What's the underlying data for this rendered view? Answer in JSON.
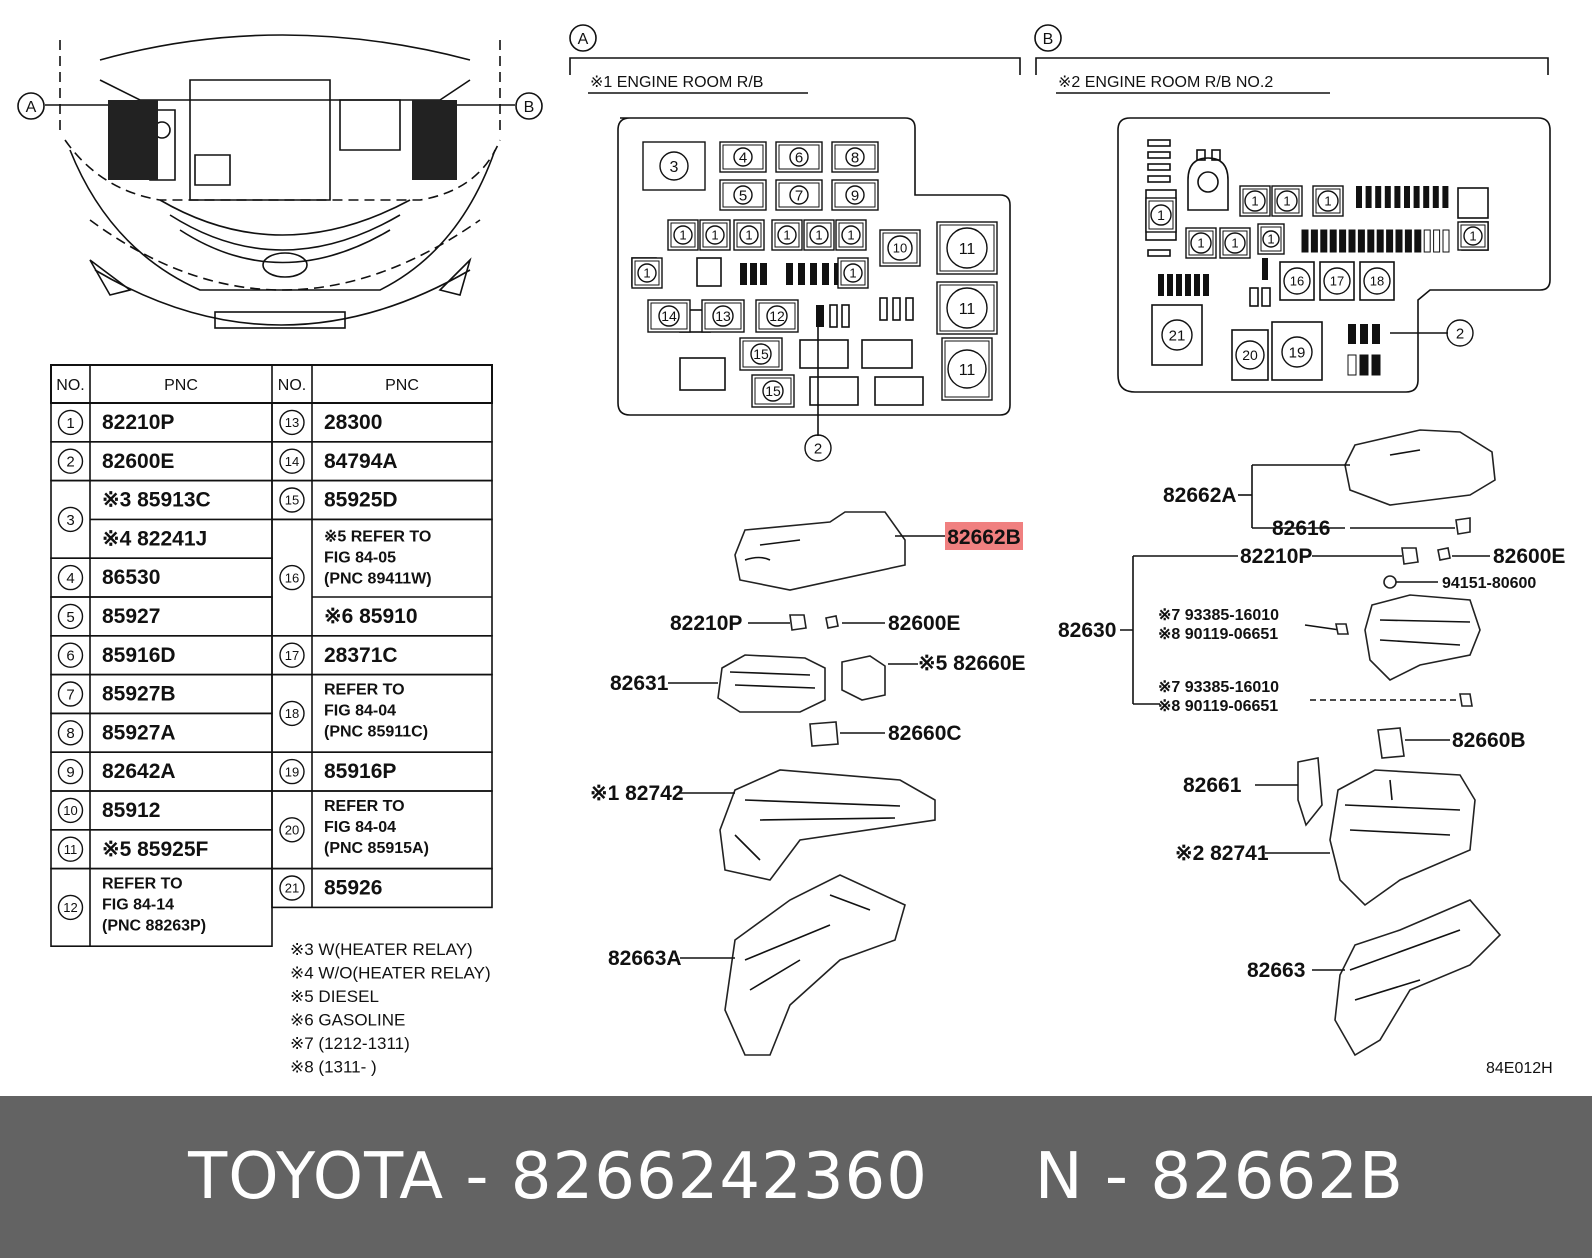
{
  "diagram_code": "84E012H",
  "sections": {
    "a": {
      "letter": "A",
      "title": "※1 ENGINE ROOM R/B"
    },
    "b": {
      "letter": "B",
      "title": "※2 ENGINE ROOM R/B NO.2"
    }
  },
  "locator": {
    "left_letter": "A",
    "right_letter": "B"
  },
  "table": {
    "header_no": "NO.",
    "header_pnc": "PNC",
    "left": [
      {
        "no": "1",
        "lines": [
          "82210P"
        ]
      },
      {
        "no": "2",
        "lines": [
          "82600E"
        ]
      },
      {
        "no": "3",
        "lines": [
          "※3 85913C",
          "※4 82241J"
        ]
      },
      {
        "no": "4",
        "lines": [
          "86530"
        ]
      },
      {
        "no": "5",
        "lines": [
          "85927"
        ]
      },
      {
        "no": "6",
        "lines": [
          "85916D"
        ]
      },
      {
        "no": "7",
        "lines": [
          "85927B"
        ]
      },
      {
        "no": "8",
        "lines": [
          "85927A"
        ]
      },
      {
        "no": "9",
        "lines": [
          "82642A"
        ]
      },
      {
        "no": "10",
        "lines": [
          "85912"
        ]
      },
      {
        "no": "11",
        "lines": [
          "※5 85925F"
        ]
      },
      {
        "no": "12",
        "lines": [
          "REFER TO",
          "FIG 84-14",
          "(PNC 88263P)"
        ]
      }
    ],
    "right": [
      {
        "no": "13",
        "lines": [
          "28300"
        ]
      },
      {
        "no": "14",
        "lines": [
          "84794A"
        ]
      },
      {
        "no": "15",
        "lines": [
          "85925D"
        ]
      },
      {
        "no": "16",
        "lines": [
          "※5 REFER TO",
          "FIG 84-05",
          "(PNC 89411W)",
          "※6 85910"
        ]
      },
      {
        "no": "17",
        "lines": [
          "28371C"
        ]
      },
      {
        "no": "18",
        "lines": [
          "REFER TO",
          "FIG 84-04",
          "(PNC 85911C)"
        ]
      },
      {
        "no": "19",
        "lines": [
          "85916P"
        ]
      },
      {
        "no": "20",
        "lines": [
          "REFER TO",
          "FIG 84-04",
          "(PNC 85915A)"
        ]
      },
      {
        "no": "21",
        "lines": [
          "85926"
        ]
      }
    ]
  },
  "notes": [
    "※3 W(HEATER RELAY)",
    "※4 W/O(HEATER RELAY)",
    "※5 DIESEL",
    "※6 GASOLINE",
    "※7 (1212-1311)",
    "※8 (1311-      )"
  ],
  "box_a_numbers": [
    "3",
    "4",
    "6",
    "8",
    "5",
    "7",
    "9",
    "1",
    "1",
    "1",
    "1",
    "1",
    "1",
    "1",
    "1",
    "10",
    "11",
    "11",
    "11",
    "14",
    "13",
    "12",
    "15",
    "15",
    "2"
  ],
  "box_b_numbers": [
    "1",
    "1",
    "1",
    "1",
    "1",
    "1",
    "1",
    "1",
    "16",
    "17",
    "18",
    "21",
    "20",
    "19",
    "2"
  ],
  "callouts": {
    "a": {
      "cover": "82662B",
      "p82210": "82210P",
      "p82600": "82600E",
      "p82631": "82631",
      "p82660e": "※5 82660E",
      "p82660c": "82660C",
      "p82742": "※1 82742",
      "p82663a": "82663A"
    },
    "b": {
      "p82662a": "82662A",
      "p82616": "82616",
      "p82210": "82210P",
      "p82600": "82600E",
      "p94151": "94151-80600",
      "p82630": "82630",
      "s7a": "※7 93385-16010",
      "s8a": "※8 90119-06651",
      "s7b": "※7 93385-16010",
      "s8b": "※8 90119-06651",
      "p82660b": "82660B",
      "p82661": "82661",
      "p82741": "※2 82741",
      "p82663": "82663"
    }
  },
  "highlight_color": "#f08080",
  "footer": {
    "brand": "TOYOTA",
    "sep": " - ",
    "part_number": "8266242360",
    "gap": "     ",
    "ref_prefix": "N",
    "ref": "82662B"
  }
}
